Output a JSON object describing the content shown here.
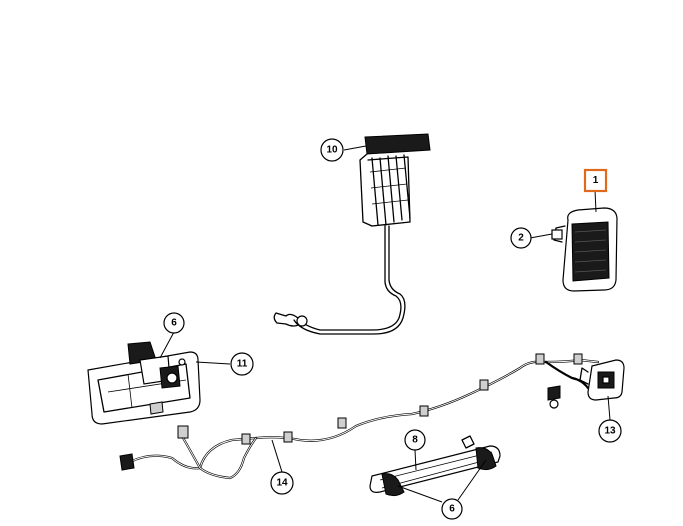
{
  "highlight_color": "#e06a1b",
  "callouts": [
    {
      "id": "c1",
      "label": "1",
      "highlighted": true
    },
    {
      "id": "c2",
      "label": "2"
    },
    {
      "id": "c6a",
      "label": "6"
    },
    {
      "id": "c6b",
      "label": "6"
    },
    {
      "id": "c8",
      "label": "8"
    },
    {
      "id": "c10",
      "label": "10"
    },
    {
      "id": "c11",
      "label": "11"
    },
    {
      "id": "c13",
      "label": "13"
    },
    {
      "id": "c14",
      "label": "14"
    }
  ]
}
